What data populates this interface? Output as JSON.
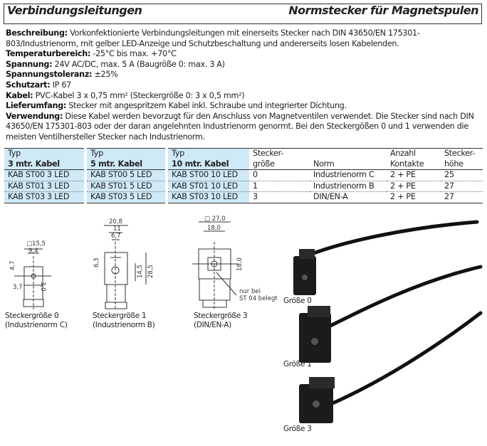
{
  "header": {
    "left_title": "Verbindungsleitungen",
    "right_title": "Normstecker für Magnetspulen"
  },
  "description": [
    {
      "label": "Beschreibung:",
      "text": " Vorkonfektionierte Verbindungsleitungen mit einerseits Stecker nach DIN 43650/EN 175301-803/Industrienorm, mit gelber LED-Anzeige und Schutzbeschaltung und andererseits losen Kabelenden."
    },
    {
      "label": "Temperaturbereich:",
      "text": " -25°C bis max. +70°C"
    },
    {
      "label": "Spannung:",
      "text": " 24V AC/DC, max. 5 A (Baugröße 0: max. 3 A)"
    },
    {
      "label": "Spannungstoleranz:",
      "text": " ±25%"
    },
    {
      "label": "Schutzart:",
      "text": " IP 67"
    },
    {
      "label": "Kabel:",
      "text": " PVC-Kabel 3 x 0,75 mm² (Steckergröße 0: 3 x 0,5 mm²)"
    },
    {
      "label": "Lieferumfang:",
      "text": " Stecker mit angespritzem Kabel inkl. Schraube und integrierter Dichtung."
    },
    {
      "label": "Verwendung:",
      "text": " Diese Kabel werden bevorzugt für den Anschluss von Magnetventilen verwendet. Die Stecker sind nach DIN 43650/EN 175301-803 oder der daran angelehnten Industrienorm genormt. Bei den Steckergößen 0 und 1 verwenden die meisten Ventilhersteller Stecker nach Industrienorm."
    }
  ],
  "table": {
    "header1": [
      "Typ",
      "Typ",
      "Typ",
      "Stecker-",
      "",
      "Anzahl",
      "Stecker-"
    ],
    "header2": [
      "3 mtr. Kabel",
      "5 mtr. Kabel",
      "10 mtr. Kabel",
      "größe",
      "Norm",
      "Kontakte",
      "höhe"
    ],
    "rows": [
      [
        "KAB ST00 3 LED",
        "KAB ST00 5 LED",
        "KAB ST00 10 LED",
        "0",
        "Industrienorm C",
        "2 + PE",
        "25"
      ],
      [
        "KAB ST01 3 LED",
        "KAB ST01 5 LED",
        "KAB ST01 10 LED",
        "1",
        "Industrienorm B",
        "2 + PE",
        "27"
      ],
      [
        "KAB ST03 3 LED",
        "KAB ST03 5 LED",
        "KAB ST03 10 LED",
        "3",
        "DIN/EN-A",
        "2 + PE",
        "27"
      ]
    ]
  },
  "drawings": [
    {
      "caption1": "Steckergröße 0",
      "caption2": "(Industrienorm C)",
      "dims": [
        "□15,5",
        "9,4",
        "4,7",
        "3,7",
        "3,0"
      ]
    },
    {
      "caption1": "Steckergröße 1",
      "caption2": "(Industrienorm B)",
      "dims": [
        "20,8",
        "11",
        "6,7",
        "6,3",
        "14,5",
        "28,5"
      ]
    },
    {
      "caption1": "Steckergröße 3",
      "caption2": "(DIN/EN-A)",
      "dims": [
        "□ 27,0",
        "18,0",
        "18,0"
      ],
      "note1": "nur bei",
      "note2": "ST 04 belegt"
    }
  ],
  "photos": [
    "Größe 0",
    "Größe 1",
    "Größe 3"
  ]
}
